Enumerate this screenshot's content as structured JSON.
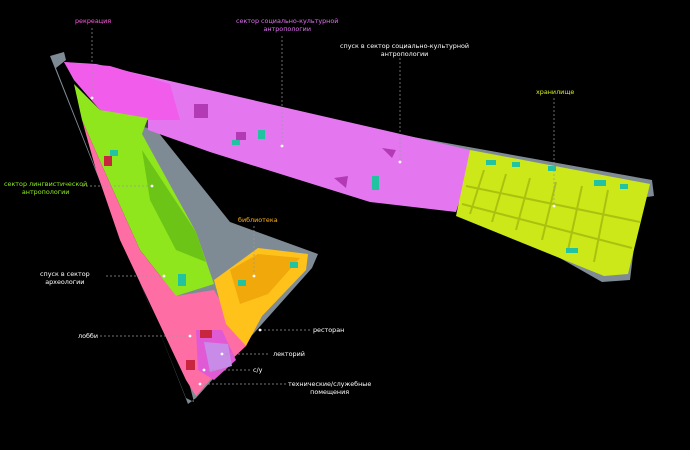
{
  "colors": {
    "background": "#000000",
    "recreation": "#f05ee8",
    "social_cultural": "#e879f2",
    "linguistic": "#8ee81f",
    "archaeology_lobby": "#ff6fa8",
    "library": "#ffc21a",
    "storage": "#cce817",
    "walls": "#8e9aa3",
    "accent_objects": "#27c9a6"
  },
  "labels": {
    "recreation": "рекреация",
    "social_cultural": "сектор социально-культурной\nантропологии",
    "descent_social": "спуск в сектор социально-культурной\nантропологии",
    "storage": "хранилище",
    "linguistic": "сектор лингвистической\nантропологии",
    "library": "библиотека",
    "descent_archaeology": "спуск в сектор\nархеологии",
    "lobby": "лобби",
    "restaurant": "ресторан",
    "lecture": "лекторий",
    "wc": "с/у",
    "technical": "технические/служебные\nпомещения"
  }
}
